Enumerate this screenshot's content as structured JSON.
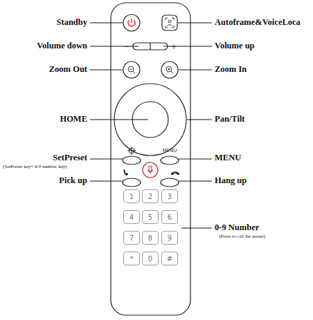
{
  "diagram": {
    "nodes": [
      {
        "text": [
          "1"
        ]
      },
      {
        "text": [
          "2"
        ]
      },
      {
        "text": [
          "3"
        ]
      },
      {
        "text": [
          "4"
        ]
      },
      {
        "text": [
          "5"
        ]
      },
      {
        "text": [
          "6"
        ]
      },
      {
        "text": [
          "7"
        ]
      },
      {
        "text": [
          "8"
        ]
      },
      {
        "text": [
          "9"
        ]
      },
      {
        "text": [
          "*"
        ]
      },
      {
        "text": [
          "0"
        ]
      },
      {
        "text": [
          "#"
        ]
      }
    ],
    "labels": [
      "Standby",
      "Autoframe&VoiceLoca",
      "Volume down",
      "Volume up",
      "Zoom Out",
      "Zoom In",
      "HOME",
      "Pan/Tilt",
      "SetPreset",
      "(SetPreset  key+ 0-9 number key)",
      "MENU",
      "MENU",
      "Pick up",
      "Hang up",
      "0-9 Number",
      "(Press to call the preset)",
      "−",
      "+"
    ]
  }
}
